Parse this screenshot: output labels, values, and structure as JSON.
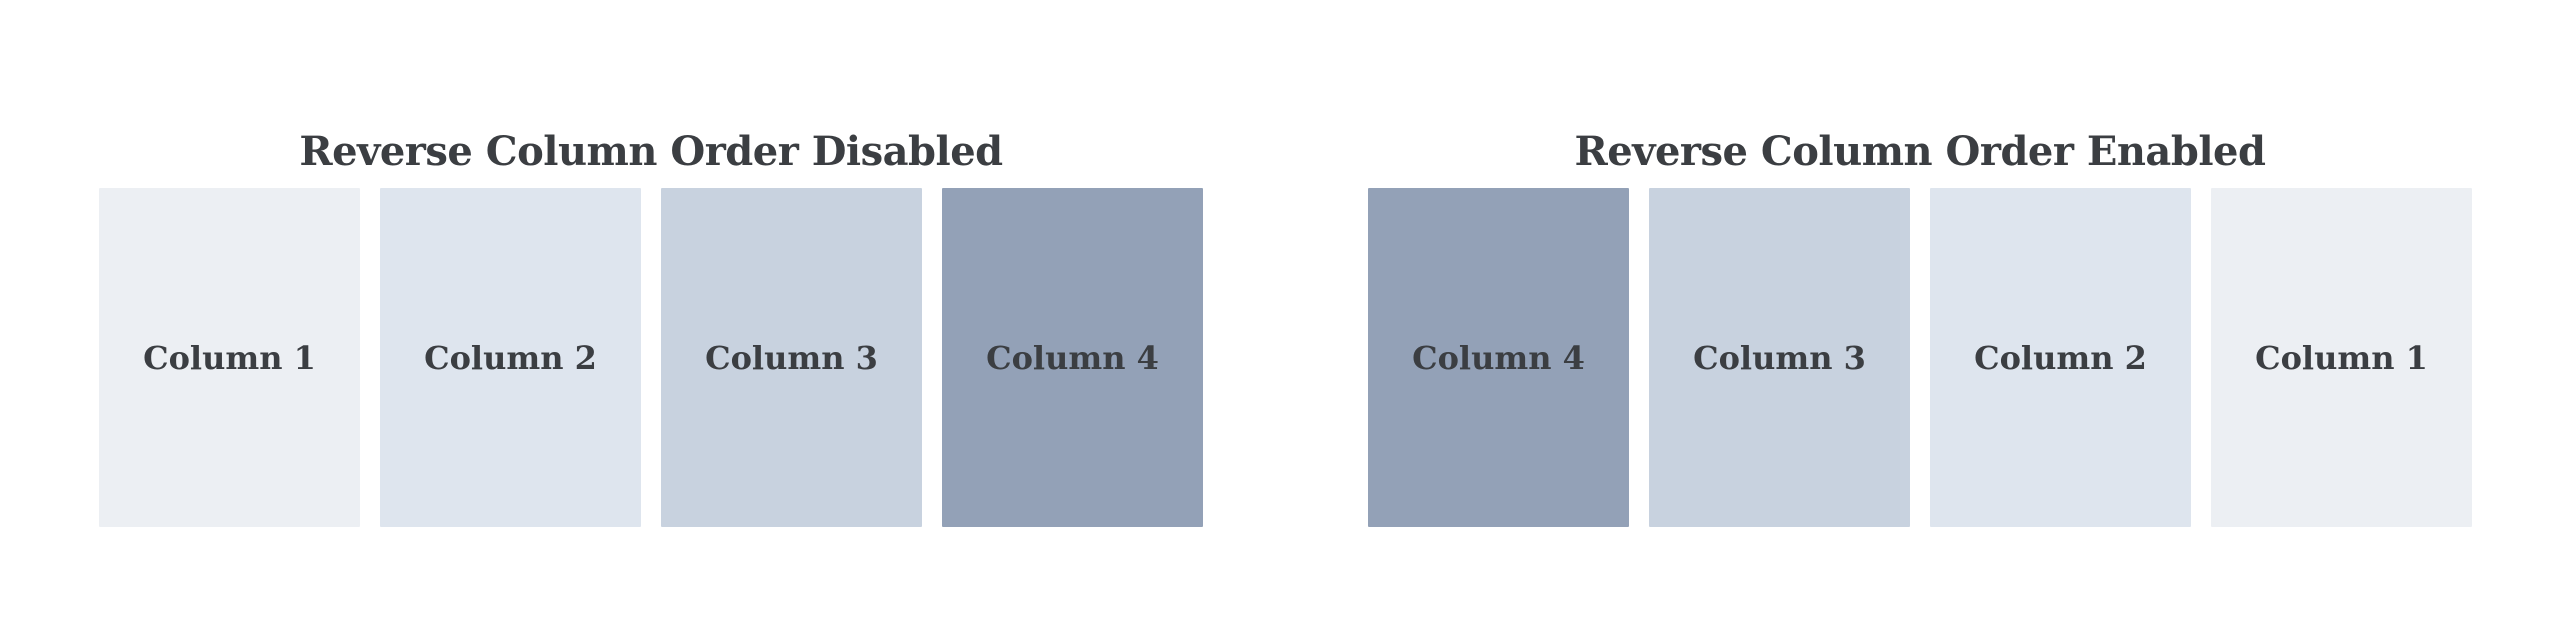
{
  "canvas": {
    "background": "#ffffff",
    "text_color": "#3b3e42"
  },
  "groups": [
    {
      "title": "Reverse Column Order Disabled",
      "columns": [
        {
          "label": "Column 1",
          "color": "#eceff3"
        },
        {
          "label": "Column 2",
          "color": "#dee5ee"
        },
        {
          "label": "Column 3",
          "color": "#c8d2df"
        },
        {
          "label": "Column 4",
          "color": "#93a1b7"
        }
      ]
    },
    {
      "title": "Reverse Column Order Enabled",
      "columns": [
        {
          "label": "Column 4",
          "color": "#93a1b7"
        },
        {
          "label": "Column 3",
          "color": "#c8d2df"
        },
        {
          "label": "Column 2",
          "color": "#dee5ee"
        },
        {
          "label": "Column 1",
          "color": "#eceff3"
        }
      ]
    }
  ]
}
